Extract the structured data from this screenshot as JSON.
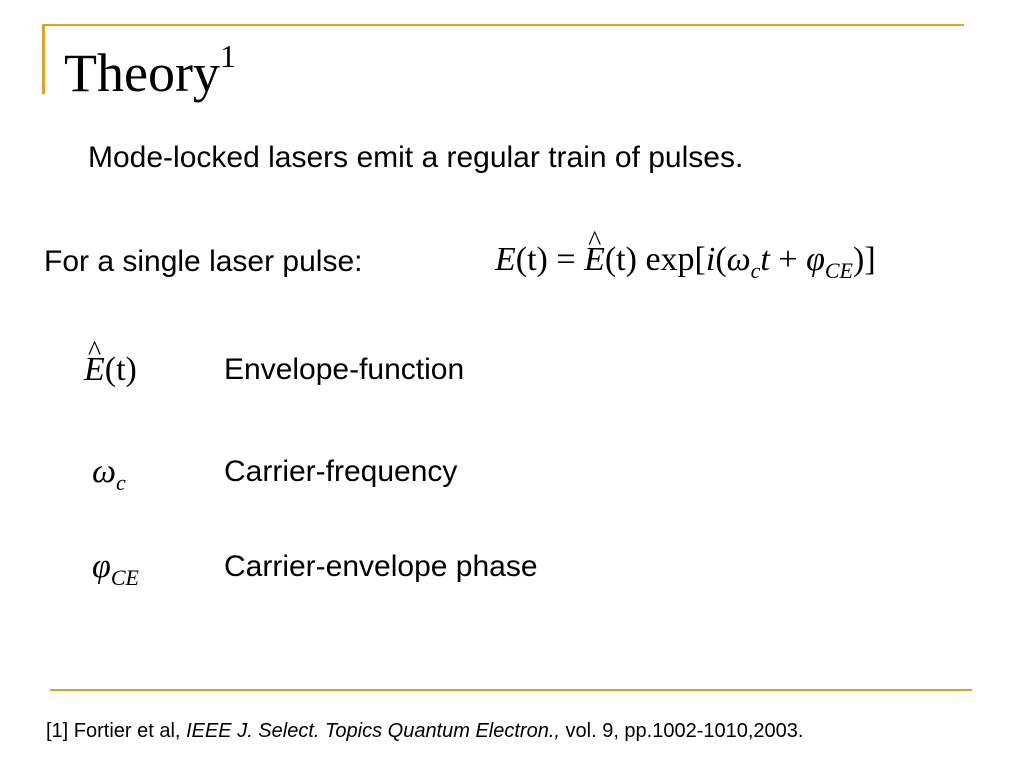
{
  "theme": {
    "accent": "#DAA520"
  },
  "slide": {
    "title": "Theory",
    "title_superscript": "1",
    "intro": "Mode-locked lasers emit a regular train of pulses.",
    "single_pulse_label": "For a single laser pulse:",
    "equation": {
      "lhs": "E",
      "lhs_arg": "(t)",
      "equals": "=",
      "envelope_symbol": "E",
      "envelope_arg": "(t)",
      "exp": "exp",
      "open": "[",
      "imag": "i",
      "paren_open": "(",
      "omega": "ω",
      "omega_sub": "c",
      "t": "t",
      "plus": "+",
      "phi": "φ",
      "phi_sub": "CE",
      "close": ")]"
    },
    "definitions": [
      {
        "symbol": "E",
        "symbol_arg": "(t)",
        "label": "Envelope-function"
      },
      {
        "symbol": "ω",
        "symbol_sub": "c",
        "label": "Carrier-frequency"
      },
      {
        "symbol": "φ",
        "symbol_sub": "CE",
        "label": "Carrier-envelope phase"
      }
    ],
    "reference": {
      "prefix": "[1] Fortier et al,",
      "journal": "IEEE J. Select. Topics Quantum Electron.,",
      "suffix": "vol. 9, pp.1002-1010,2003."
    }
  }
}
